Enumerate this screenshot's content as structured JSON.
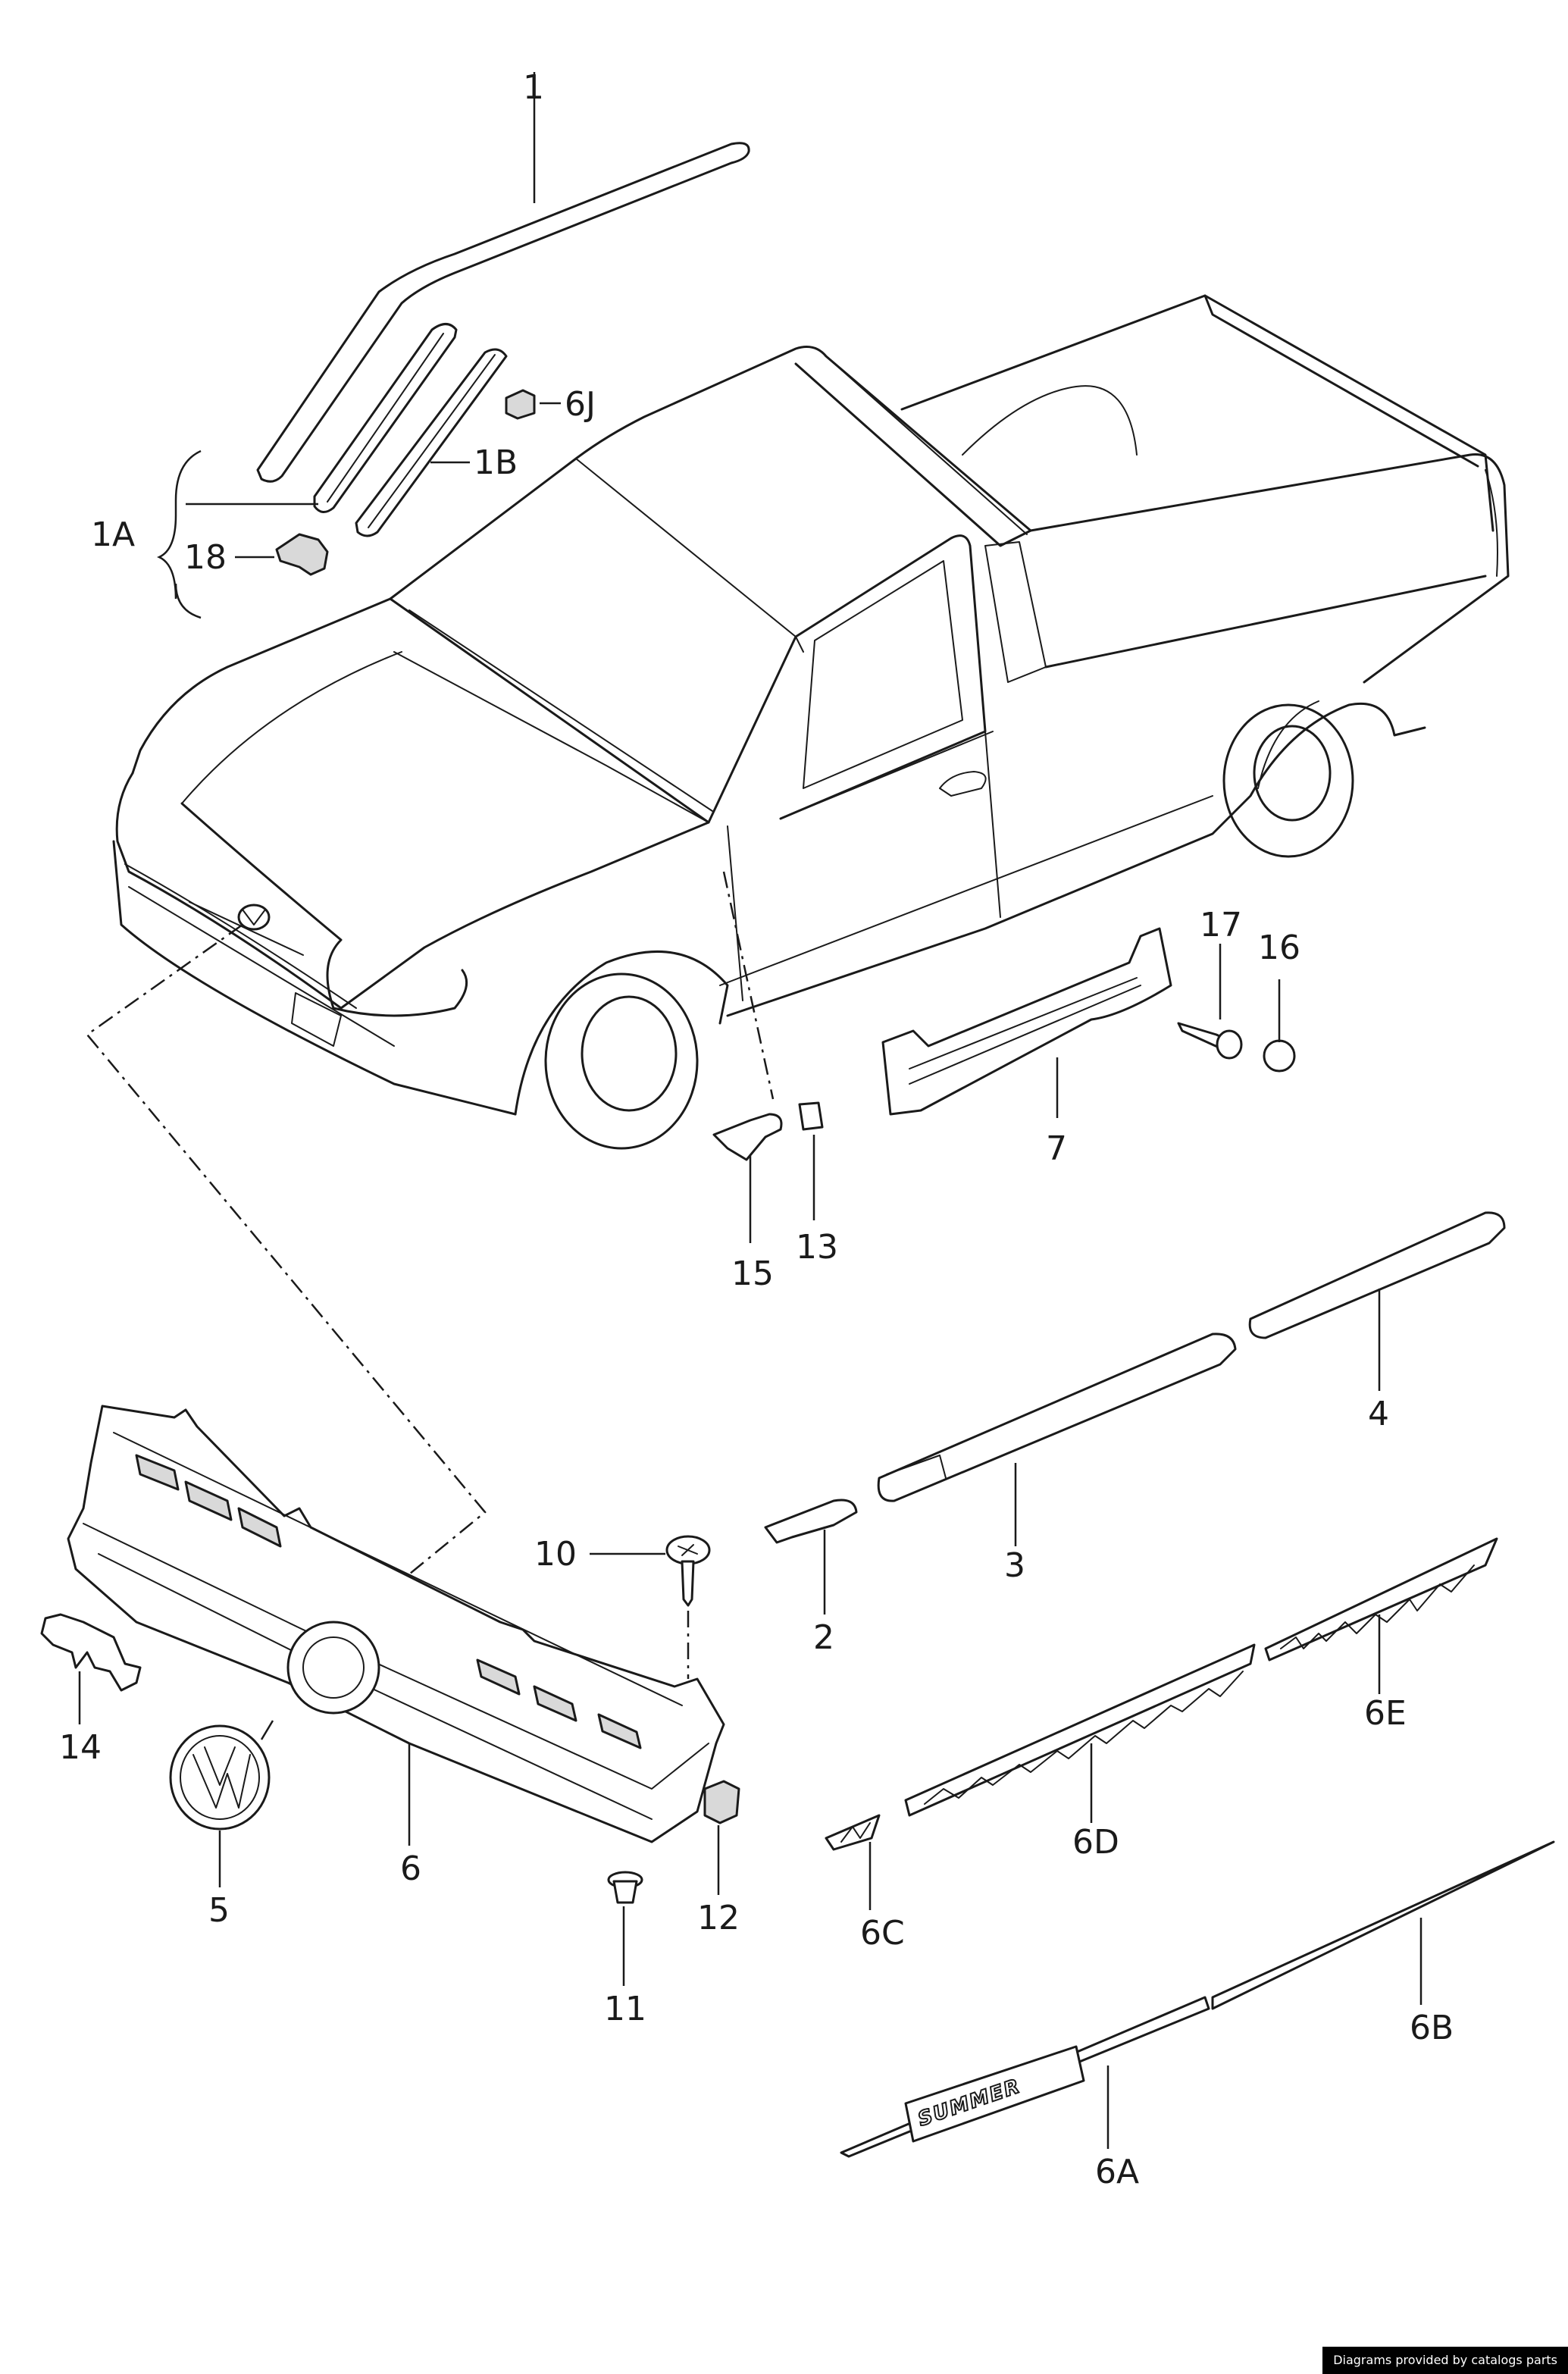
{
  "labels": {
    "p1": "1",
    "p1A": "1A",
    "p1B": "1B",
    "p6J": "6J",
    "p18": "18",
    "p17": "17",
    "p16": "16",
    "p7": "7",
    "p15": "15",
    "p13": "13",
    "p4": "4",
    "p3": "3",
    "p2": "2",
    "p10": "10",
    "p14": "14",
    "p6": "6",
    "p5": "5",
    "p11": "11",
    "p12": "12",
    "p6E": "6E",
    "p6D": "6D",
    "p6C": "6C",
    "p6B": "6B",
    "p6A": "6A"
  },
  "decal_text": "SUMMER",
  "credit": "Diagrams provided by catalogs parts"
}
